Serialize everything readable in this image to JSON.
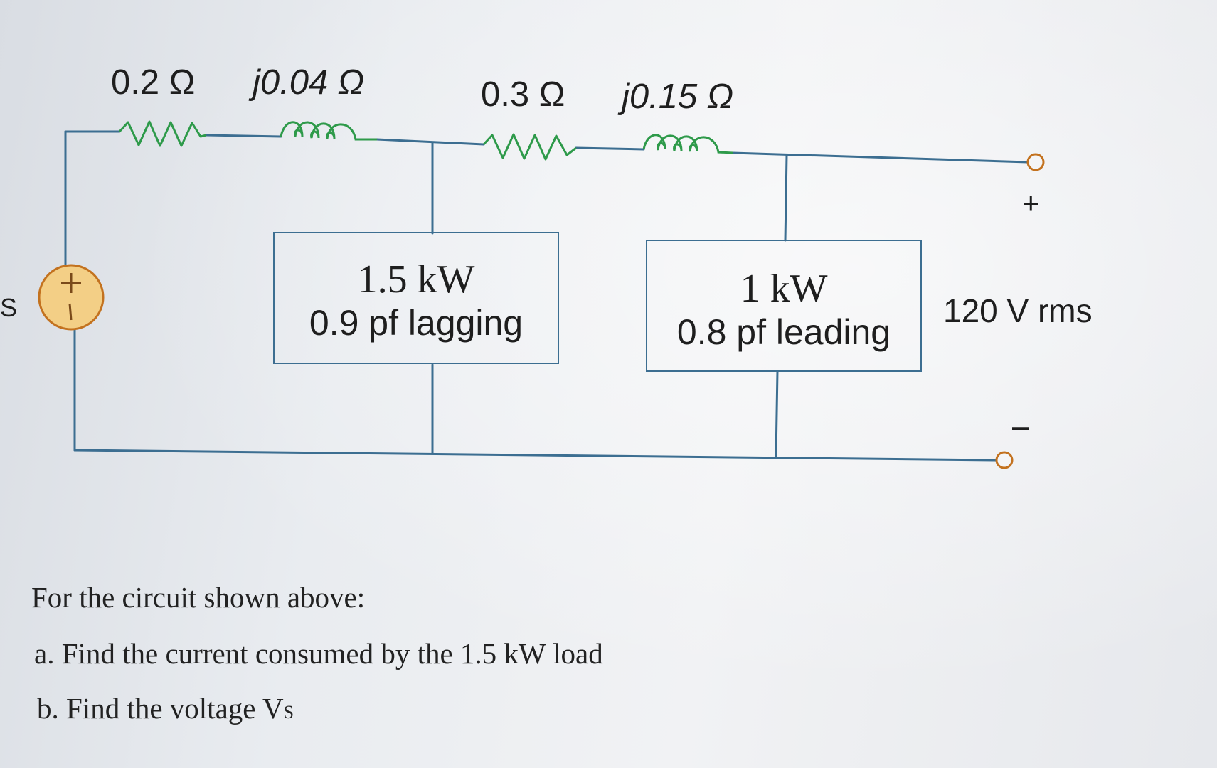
{
  "circuit": {
    "components": {
      "r1": "0.2 Ω",
      "x1": "j0.04 Ω",
      "r2": "0.3 Ω",
      "x2": "j0.15 Ω"
    },
    "load1": {
      "power": "1.5 kW",
      "pf": "0.9 pf lagging"
    },
    "load2": {
      "power": "1 kW",
      "pf": "0.8 pf leading"
    },
    "output": {
      "plus": "+",
      "voltage": "120 V rms",
      "minus": "–"
    },
    "source_edge_label": "S",
    "colors": {
      "wire": "#3c6e91",
      "resistor": "#2e9a4a",
      "inductor": "#2e9a4a",
      "source_fill": "#f3cf86",
      "source_stroke": "#c3721f"
    }
  },
  "question": {
    "intro": "For the circuit shown above:",
    "a": "a.  Find the current consumed by the 1.5 kW load",
    "b_prefix": "b.  Find the voltage V",
    "b_sub": "S"
  }
}
